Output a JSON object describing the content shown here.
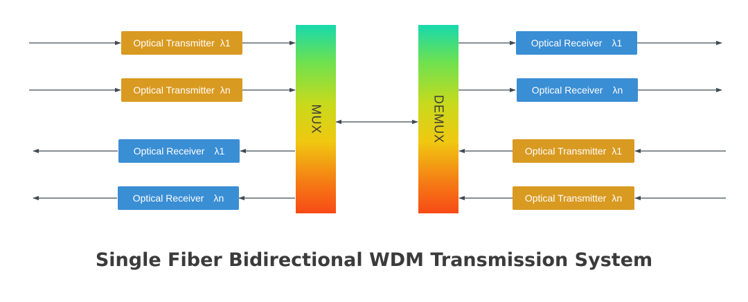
{
  "title": "Single Fiber Bidirectional WDM Transmission System",
  "mux": {
    "label": "MUX"
  },
  "demux": {
    "label": "DEMUX"
  },
  "left": {
    "tx1": {
      "text": "Optical Transmitter",
      "lambda": "λ1"
    },
    "txn": {
      "text": "Optical Transmitter",
      "lambda": "λn"
    },
    "rx1": {
      "text": "Optical Receiver",
      "lambda": "λ1"
    },
    "rxn": {
      "text": "Optical Receiver",
      "lambda": "λn"
    }
  },
  "right": {
    "rx1": {
      "text": "Optical Receiver",
      "lambda": "λ1"
    },
    "rxn": {
      "text": "Optical Receiver",
      "lambda": "λn"
    },
    "tx1": {
      "text": "Optical Transmitter",
      "lambda": "λ1"
    },
    "txn": {
      "text": "Optical Transmitter",
      "lambda": "λn"
    }
  },
  "colors": {
    "transmitter": "#d99a21",
    "receiver": "#3a8ed4",
    "line": "#3f4a54"
  }
}
